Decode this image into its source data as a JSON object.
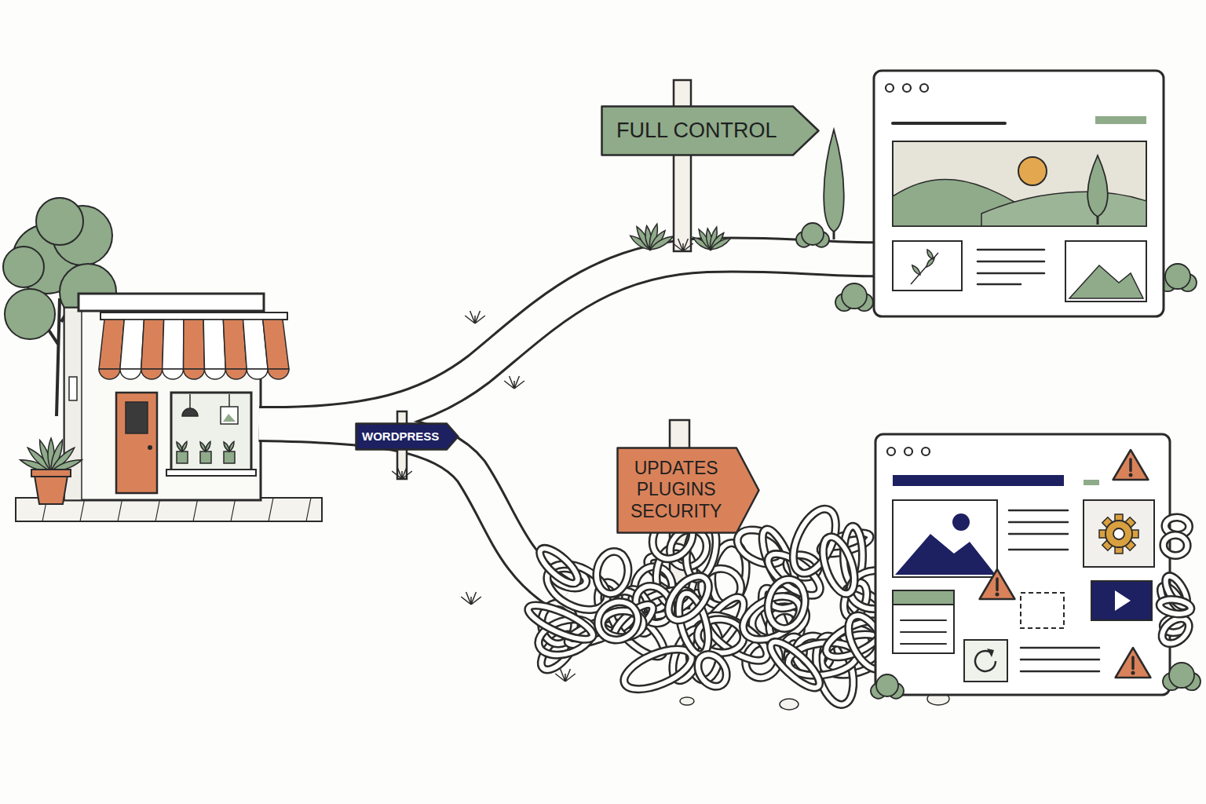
{
  "diagram": {
    "nodes": [
      {
        "text": [
          "FULL CONTROL"
        ]
      },
      {
        "text": [
          "WORDPRESS"
        ]
      },
      {
        "text": [
          "UPDATES PLUGINS SECURITY"
        ]
      }
    ]
  }
}
